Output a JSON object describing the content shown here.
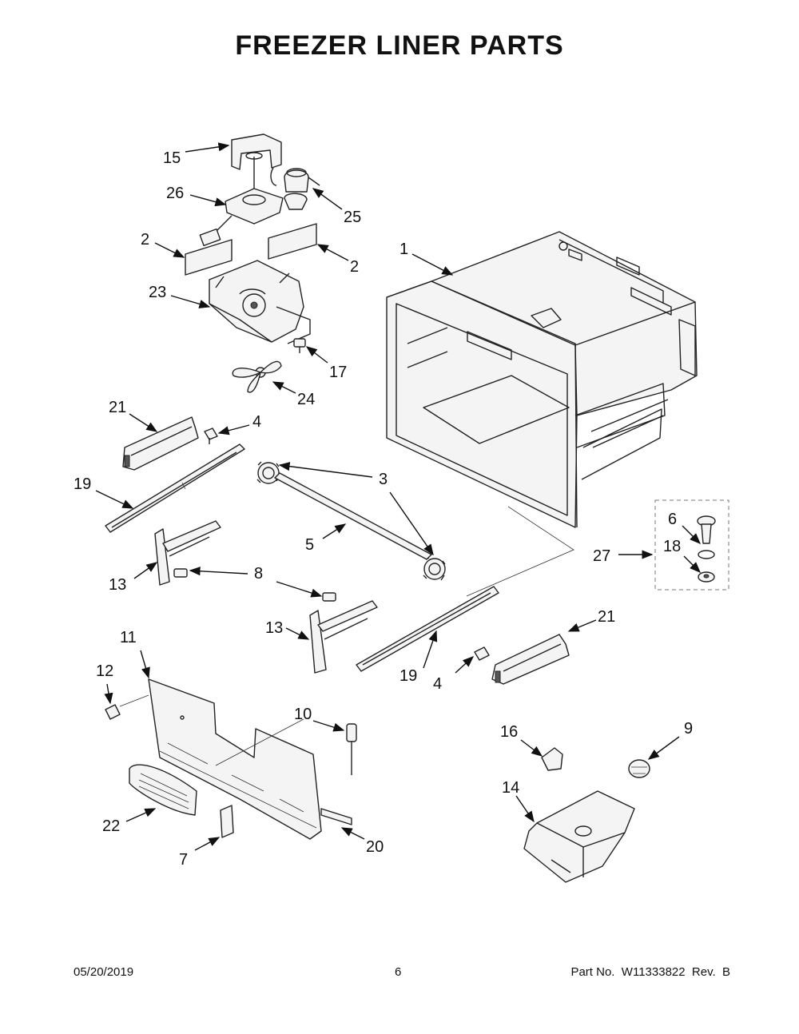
{
  "title": "FREEZER LINER PARTS",
  "callouts": {
    "c1": "1",
    "c2a": "2",
    "c2b": "2",
    "c3": "3",
    "c4a": "4",
    "c4b": "4",
    "c5": "5",
    "c6": "6",
    "c7": "7",
    "c8": "8",
    "c9": "9",
    "c10": "10",
    "c11": "11",
    "c12": "12",
    "c13a": "13",
    "c13b": "13",
    "c14": "14",
    "c15": "15",
    "c16": "16",
    "c17": "17",
    "c18": "18",
    "c19a": "19",
    "c19b": "19",
    "c20": "20",
    "c21a": "21",
    "c21b": "21",
    "c22": "22",
    "c23": "23",
    "c24": "24",
    "c25": "25",
    "c26": "26",
    "c27": "27"
  },
  "footer": {
    "date": "05/20/2019",
    "page": "6",
    "part": "Part No.  W11333822  Rev.  B"
  }
}
